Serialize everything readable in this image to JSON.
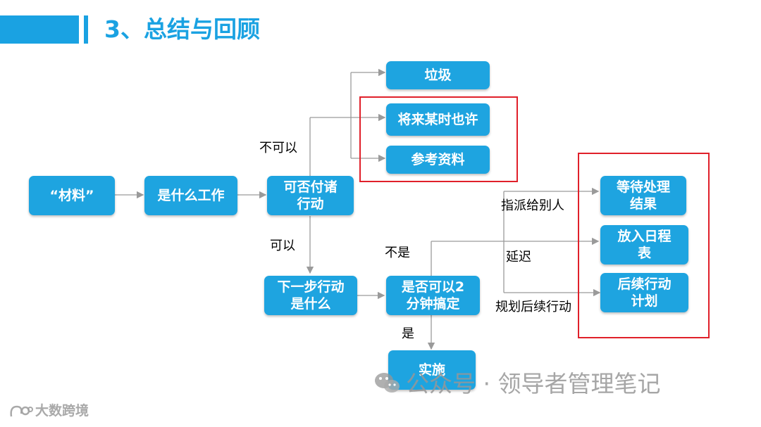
{
  "title": "3、总结与回顾",
  "nodes": {
    "material": "“材料”",
    "what_is_it": "是什么工作",
    "actionable": "可否付诸\n行动",
    "trash": "垃圾",
    "someday": "将来某时也许",
    "reference": "参考资料",
    "next_action": "下一步行动\n是什么",
    "two_minutes": "是否可以2\n分钟搞定",
    "do_it": "实施",
    "waiting": "等待处理\n结果",
    "schedule": "放入日程\n表",
    "follow_up": "后续行动\n计划"
  },
  "labels": {
    "not_actionable": "不可以",
    "actionable": "可以",
    "not": "不是",
    "yes": "是",
    "delegate": "指派给别人",
    "defer": "延迟",
    "plan": "规划后续行动"
  },
  "watermark": "公众号 · 领导者管理笔记",
  "corner_watermark": "大数跨境",
  "colors": {
    "node": "#1ea4e0",
    "accent": "#1aa2e2",
    "highlight": "#e0202a",
    "line": "#9a9a9a"
  }
}
